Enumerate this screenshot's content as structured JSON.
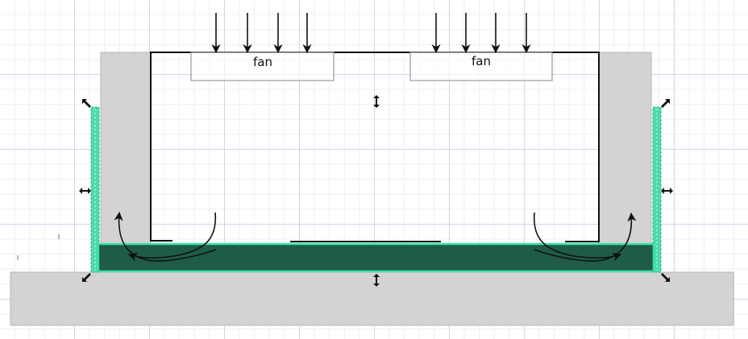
{
  "diagram": {
    "fans": [
      {
        "label": "fan"
      },
      {
        "label": "fan"
      }
    ],
    "colors": {
      "wall": "#d3d3d3",
      "wall_stroke": "#b4b4b4",
      "outline": "#111111",
      "fan_box": "#999999",
      "channel_fill": "#1f5c47",
      "channel_stroke": "#3ee2a4",
      "side_bar": "#4bdcab",
      "handle": "#111111"
    },
    "icons": [
      "airflow-down-arrow",
      "airflow-curve-arrow",
      "resize-handle"
    ]
  }
}
